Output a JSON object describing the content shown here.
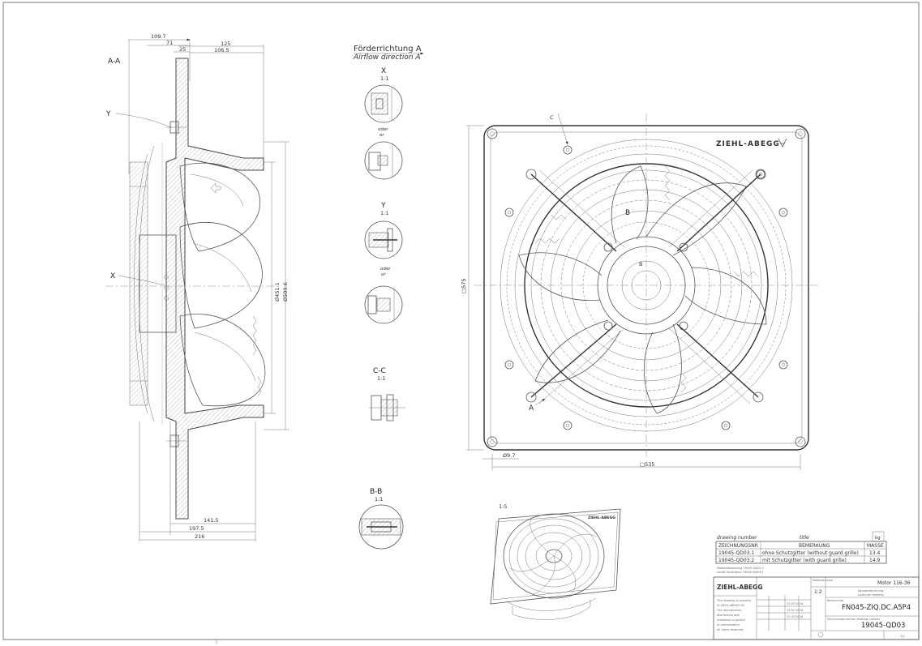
{
  "section_aa": {
    "label": "A-A",
    "callout_y": "Y",
    "callout_x": "X",
    "dims_top": [
      "109.7",
      "71",
      "25",
      "125",
      "106.5"
    ],
    "dims_bottom": [
      "141.5",
      "197.5",
      "216"
    ],
    "dims_vertical": [
      "Ø451.1",
      "Ø509.6"
    ]
  },
  "airflow": {
    "de": "Förderrichtung A",
    "en": "Airflow direction A"
  },
  "details": {
    "x_label": "X",
    "x_scale": "1:1",
    "oder_1": "oder",
    "or_1": "or",
    "y_label": "Y",
    "y_scale": "1:1",
    "oder_2": "oder",
    "or_2": "or",
    "cc_label": "C-C",
    "cc_scale": "1:1",
    "bb_label": "B-B",
    "bb_scale": "1:1"
  },
  "front_view": {
    "brand": "ZIEHL-ABEGG",
    "dim_height": "□575",
    "dim_width": "□535",
    "dim_hole": "Ø9.7",
    "mark_c": "C",
    "mark_b1": "B",
    "mark_b2": "B",
    "mark_a": "A"
  },
  "iso_view": {
    "scale": "1:5",
    "brand": "ZIEHL-ABEGG"
  },
  "variants_table": {
    "col_drawing_number": "drawing number",
    "col_title": "title",
    "unit": "kg",
    "h_number": "ZEICHNUNGSNR",
    "h_remark": "BEMERKUNG",
    "h_mass": "MASSE",
    "rows": [
      {
        "number": "19045-QD03.1",
        "remark": "ohne Schutzgitter (without guard grille)",
        "mass": "13.4"
      },
      {
        "number": "19045-QD03.2",
        "remark": "mit Schutzgitter (with guard grille)",
        "mass": "14.9"
      }
    ],
    "model_de": "Modelldarstellung 19045-QD03.2",
    "model_en": "model illustration 19045-QD03.2"
  },
  "title_block": {
    "brand": "ZIEHL-ABEGG",
    "property_text": [
      "This drawing is property",
      "of ZIEHL-ABEGG SE.",
      "The reproduction,",
      "distribution and",
      "utilization is subject",
      "to authorization.",
      "All rights reserved."
    ],
    "scale_label": "Maßstab scale",
    "scale": "1:2",
    "motor": "Motor 116-36",
    "doc_type_de": "Kundenzeichnung",
    "doc_type_en": "customer drawing",
    "designation": "FN045-ZIQ.DC.A5P4",
    "drawing_number": "19045-QD03",
    "name_label": "Benennung",
    "number_label": "Zeichnungsnummer drawing number",
    "dates": [
      "23.03.2016",
      "15.01.2016",
      "23.03.2016"
    ],
    "sheet": "1/1"
  }
}
